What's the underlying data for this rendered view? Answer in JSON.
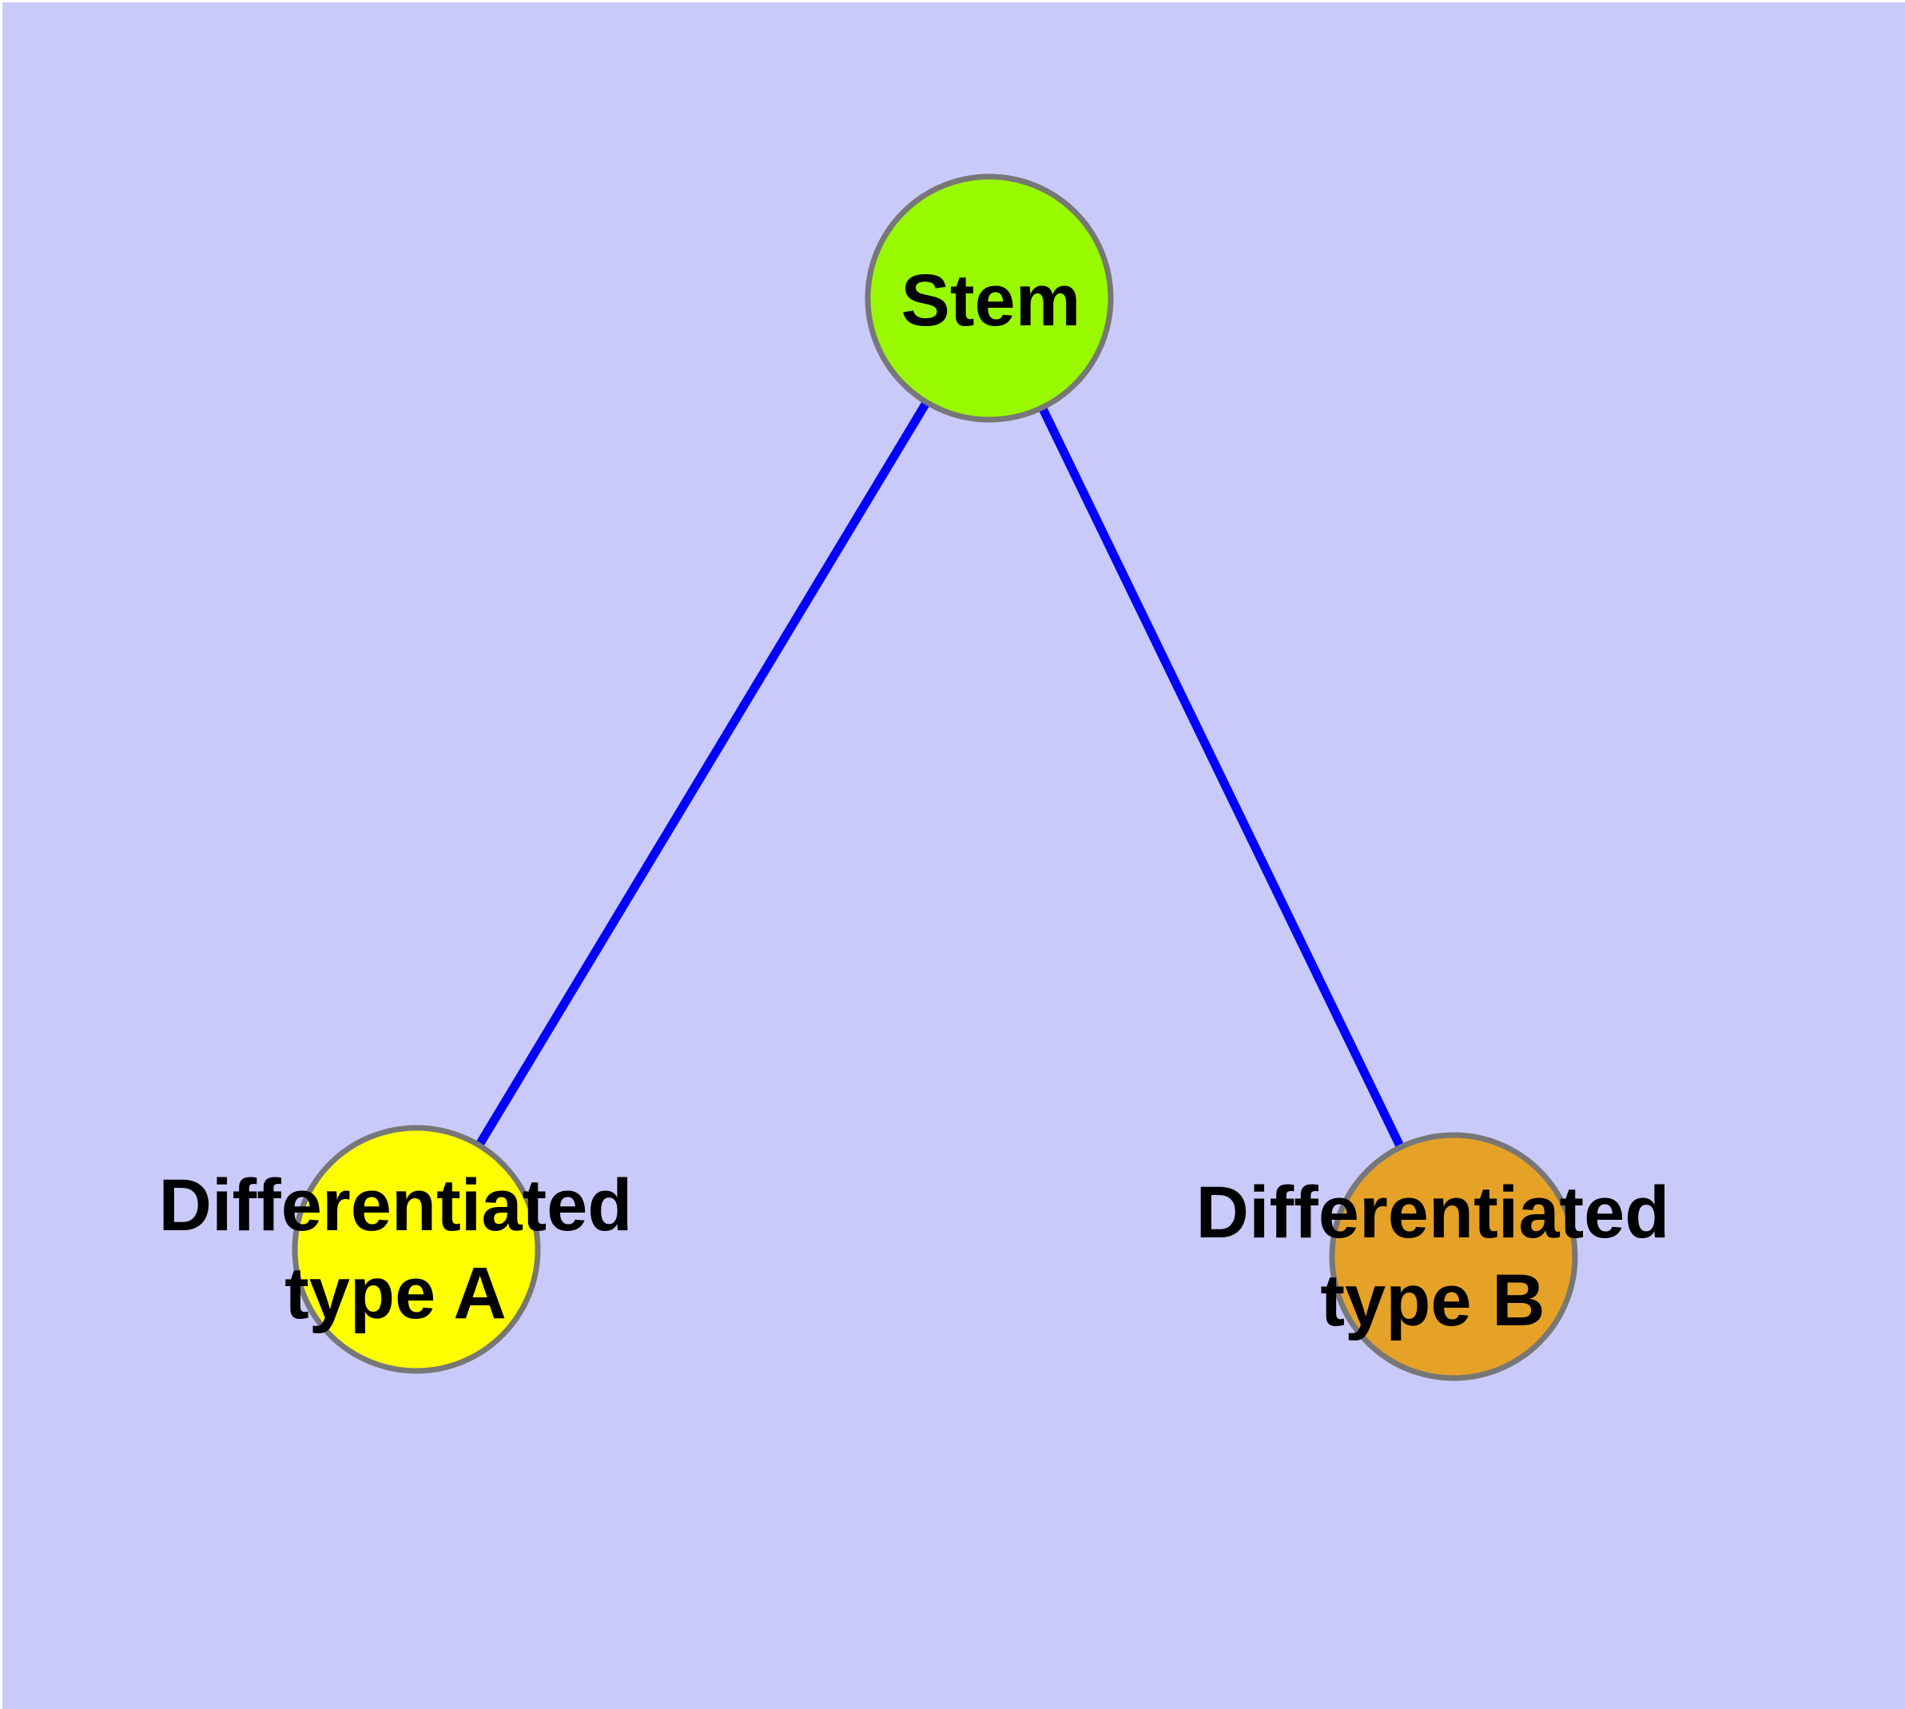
{
  "canvas": {
    "background_color": "#CACAFA",
    "frame_color": "#FFFFFF"
  },
  "graph": {
    "edge_color": "#0000FF",
    "node_border_color": "#777777",
    "label_color": "#000000",
    "nodes": {
      "stem": {
        "label": "Stem",
        "fill": "#99FA00"
      },
      "type_a": {
        "label_line1": "Differentiated",
        "label_line2": "type A",
        "fill": "#FFFF00"
      },
      "type_b": {
        "label_line1": "Differentiated",
        "label_line2": "type B",
        "fill": "#E5A226"
      }
    },
    "edges": [
      {
        "from": "Stem",
        "to": "Differentiated type A"
      },
      {
        "from": "Stem",
        "to": "Differentiated type B"
      }
    ]
  }
}
